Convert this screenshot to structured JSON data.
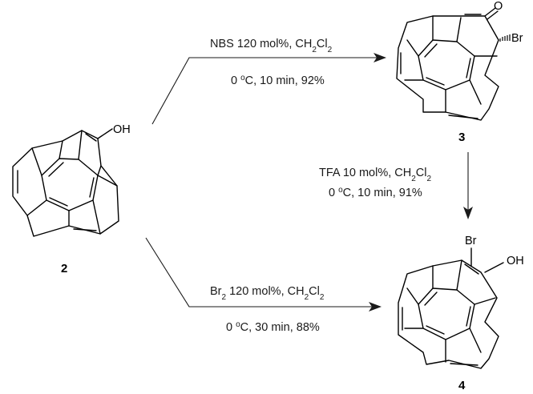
{
  "compounds": {
    "c2": {
      "label": "2",
      "substituent": "OH"
    },
    "c3": {
      "label": "3",
      "carbonyl": "O",
      "halogen": "Br"
    },
    "c4": {
      "label": "4",
      "halogen": "Br",
      "substituent": "OH"
    }
  },
  "reactions": {
    "r1": {
      "line1": {
        "pre": "NBS 120 mol%, CH",
        "sub1": "2",
        "mid": "Cl",
        "sub2": "2"
      },
      "line2": {
        "pre": "0 ",
        "sup": "o",
        "post": "C, 10 min, 92%"
      }
    },
    "r2": {
      "line1": {
        "pre": "TFA 10 mol%, CH",
        "sub1": "2",
        "mid": "Cl",
        "sub2": "2"
      },
      "line2": {
        "pre": "0 ",
        "sup": "o",
        "post": "C, 10 min, 91%"
      }
    },
    "r3": {
      "line1": {
        "pre": "Br",
        "sub0": "2",
        "pre2": " 120 mol%, CH",
        "sub1": "2",
        "mid": "Cl",
        "sub2": "2"
      },
      "line2": {
        "pre": "0 ",
        "sup": "o",
        "post": "C, 30 min, 88%"
      }
    }
  }
}
